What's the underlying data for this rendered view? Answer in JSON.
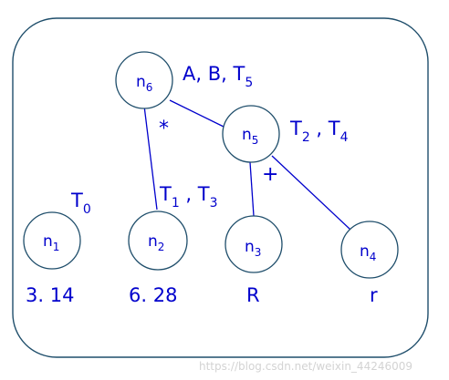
{
  "nodes": {
    "n1": {
      "base": "n",
      "sub": "1"
    },
    "n2": {
      "base": "n",
      "sub": "2"
    },
    "n3": {
      "base": "n",
      "sub": "3"
    },
    "n4": {
      "base": "n",
      "sub": "4"
    },
    "n5": {
      "base": "n",
      "sub": "5"
    },
    "n6": {
      "base": "n",
      "sub": "6"
    }
  },
  "annotations": {
    "n6": {
      "prefix": "A, B, T",
      "sub": "5"
    },
    "n5": {
      "t1": "T",
      "s1": "2",
      "sep": " , ",
      "t2": "T",
      "s2": "4"
    },
    "n2": {
      "t1": "T",
      "s1": "1",
      "sep": " , ",
      "t2": "T",
      "s2": "3"
    },
    "n1": {
      "t": "T",
      "s": "0"
    }
  },
  "operators": {
    "times": "*",
    "plus": "+"
  },
  "values": {
    "n1": "3. 14",
    "n2": "6. 28",
    "n3": "R",
    "n4": "r"
  },
  "watermark": "https://blog.csdn.net/weixin_44246009"
}
